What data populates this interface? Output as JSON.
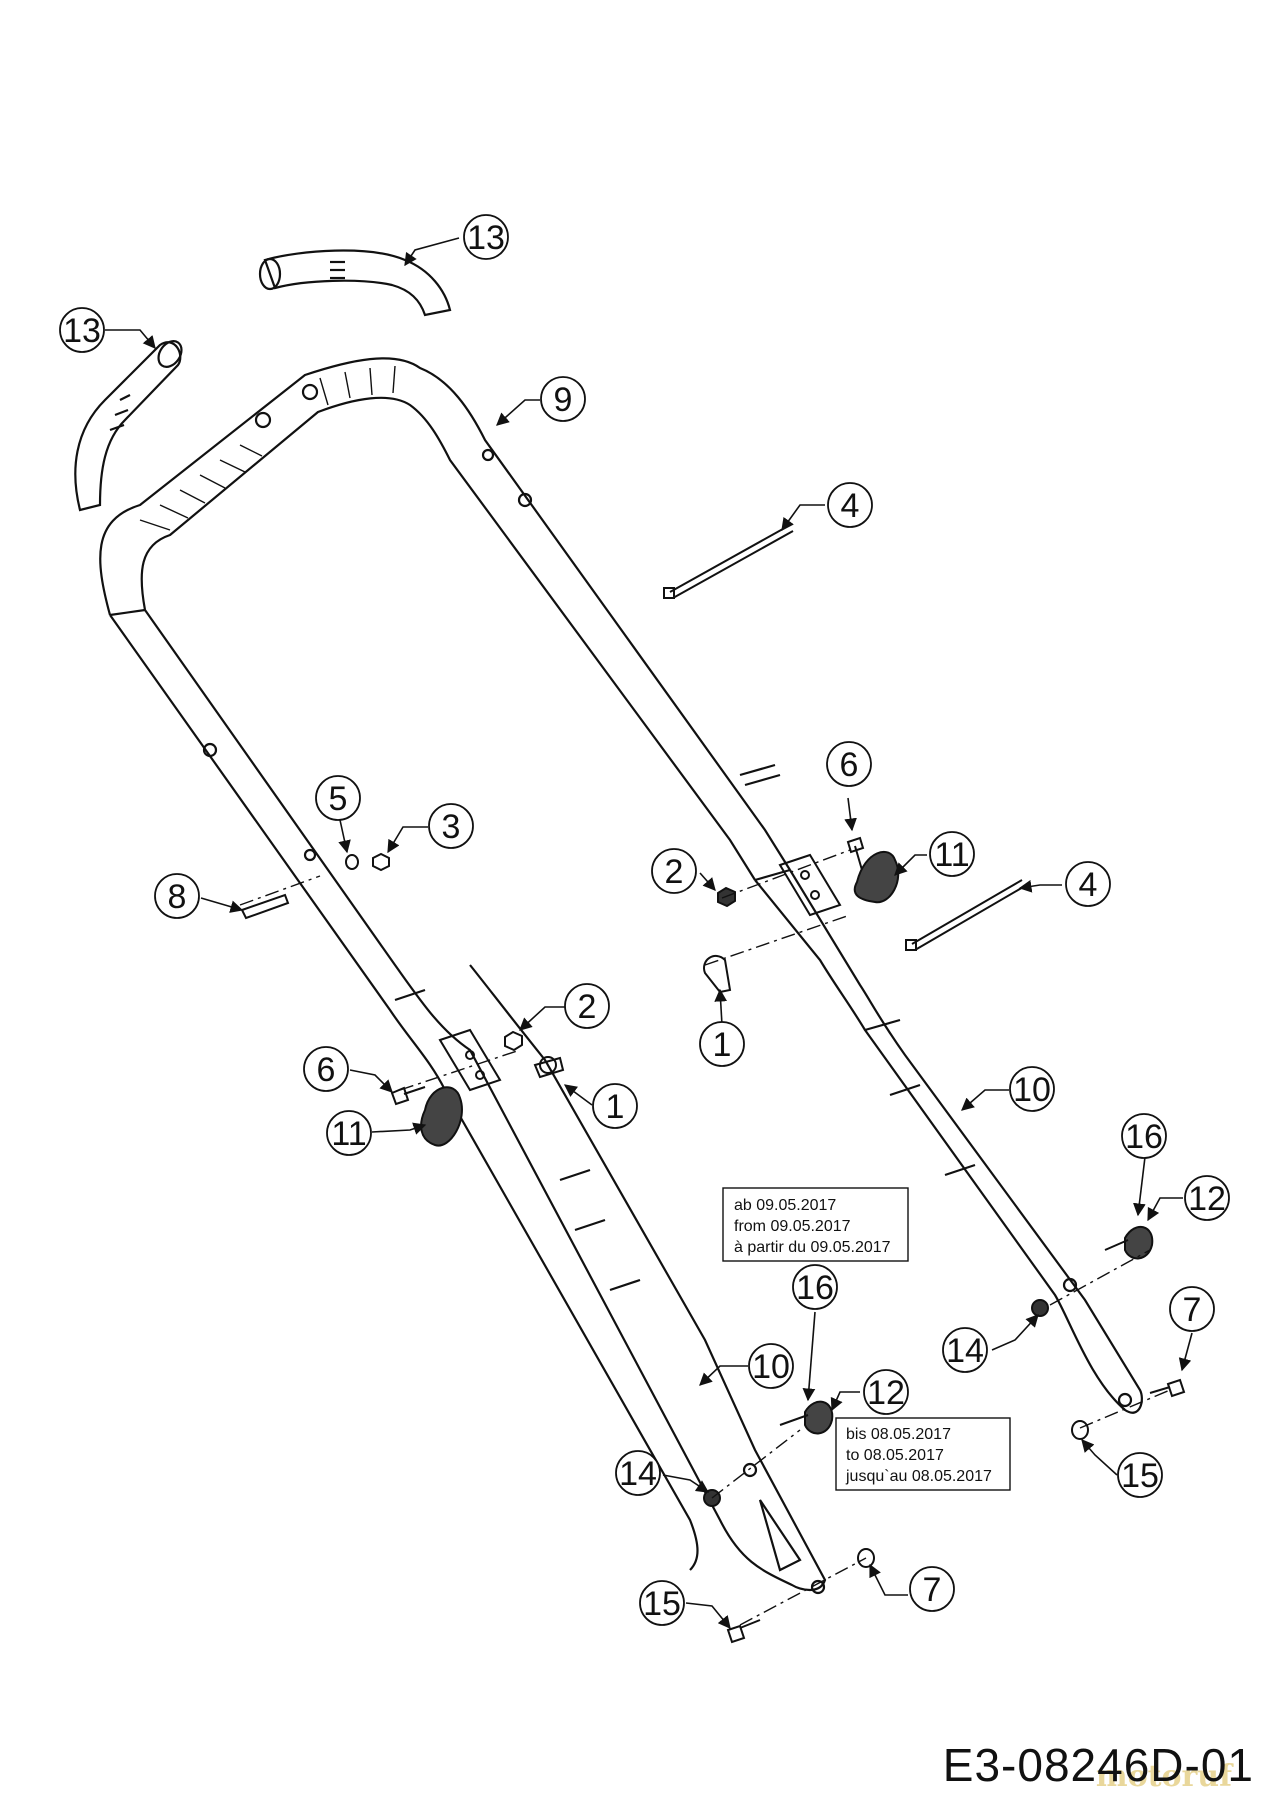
{
  "callouts": [
    {
      "id": "c13a",
      "label": "13"
    },
    {
      "id": "c13b",
      "label": "13"
    },
    {
      "id": "c9",
      "label": "9"
    },
    {
      "id": "c4a",
      "label": "4"
    },
    {
      "id": "c5",
      "label": "5"
    },
    {
      "id": "c3",
      "label": "3"
    },
    {
      "id": "c6a",
      "label": "6"
    },
    {
      "id": "c11a",
      "label": "11"
    },
    {
      "id": "c2a",
      "label": "2"
    },
    {
      "id": "c4b",
      "label": "4"
    },
    {
      "id": "c8",
      "label": "8"
    },
    {
      "id": "c1a",
      "label": "1"
    },
    {
      "id": "c2b",
      "label": "2"
    },
    {
      "id": "c6b",
      "label": "6"
    },
    {
      "id": "c1b",
      "label": "1"
    },
    {
      "id": "c11b",
      "label": "11"
    },
    {
      "id": "c10a",
      "label": "10"
    },
    {
      "id": "c16a",
      "label": "16"
    },
    {
      "id": "c12a",
      "label": "12"
    },
    {
      "id": "c16b",
      "label": "16"
    },
    {
      "id": "c7a",
      "label": "7"
    },
    {
      "id": "c14a",
      "label": "14"
    },
    {
      "id": "c10b",
      "label": "10"
    },
    {
      "id": "c12b",
      "label": "12"
    },
    {
      "id": "c15a",
      "label": "15"
    },
    {
      "id": "c14b",
      "label": "14"
    },
    {
      "id": "c7b",
      "label": "7"
    },
    {
      "id": "c15b",
      "label": "15"
    }
  ],
  "notes": {
    "from": [
      "ab 09.05.2017",
      "from 09.05.2017",
      "à partir du 09.05.2017"
    ],
    "until": [
      "bis 08.05.2017",
      "to 08.05.2017",
      "jusqu`au 08.05.2017"
    ]
  },
  "drawing_number": "E3-08246D-01",
  "watermark": "motoruf"
}
